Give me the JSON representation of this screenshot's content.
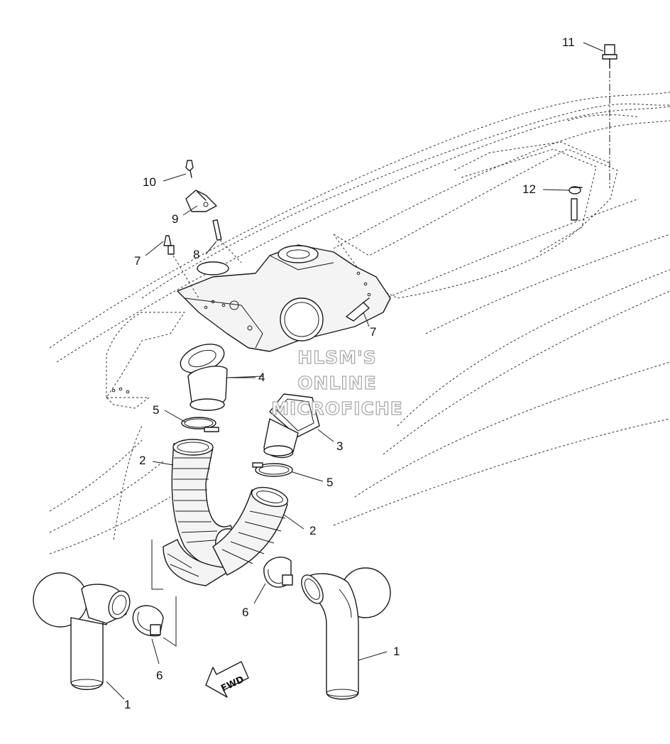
{
  "callouts": {
    "c1_left": "1",
    "c1_right": "1",
    "c2_left": "2",
    "c2_right": "2",
    "c3": "3",
    "c4": "4",
    "c5_left": "5",
    "c5_right": "5",
    "c6_left": "6",
    "c6_right": "6",
    "c7_left": "7",
    "c7_right": "7",
    "c8": "8",
    "c9": "9",
    "c10": "10",
    "c11": "11",
    "c12": "12"
  },
  "watermark": {
    "line1": "HLSM'S",
    "line2": "ONLINE",
    "line3": "MICROFICHE"
  },
  "direction_arrow": {
    "label": "FWD"
  }
}
